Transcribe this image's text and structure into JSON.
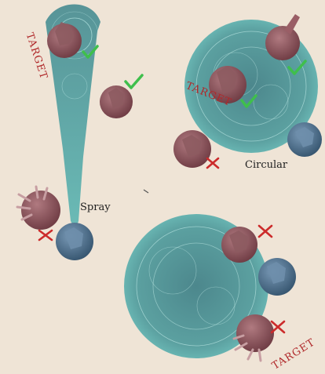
{
  "colors": {
    "paper": "#efe4d6",
    "aoe": "#4f9b9c",
    "aoe_glow": "#7ad9d2",
    "hit": "#3fbf4c",
    "miss": "#cc2b2b",
    "enemy": "#8a4d55",
    "ally": "#456a88",
    "target_text": "#b0282a"
  },
  "labels": {
    "spray": "Spray",
    "circular": "Circular",
    "target": "TARGET"
  },
  "icons": {
    "hit": "check-mark-icon",
    "miss": "cross-icon"
  }
}
